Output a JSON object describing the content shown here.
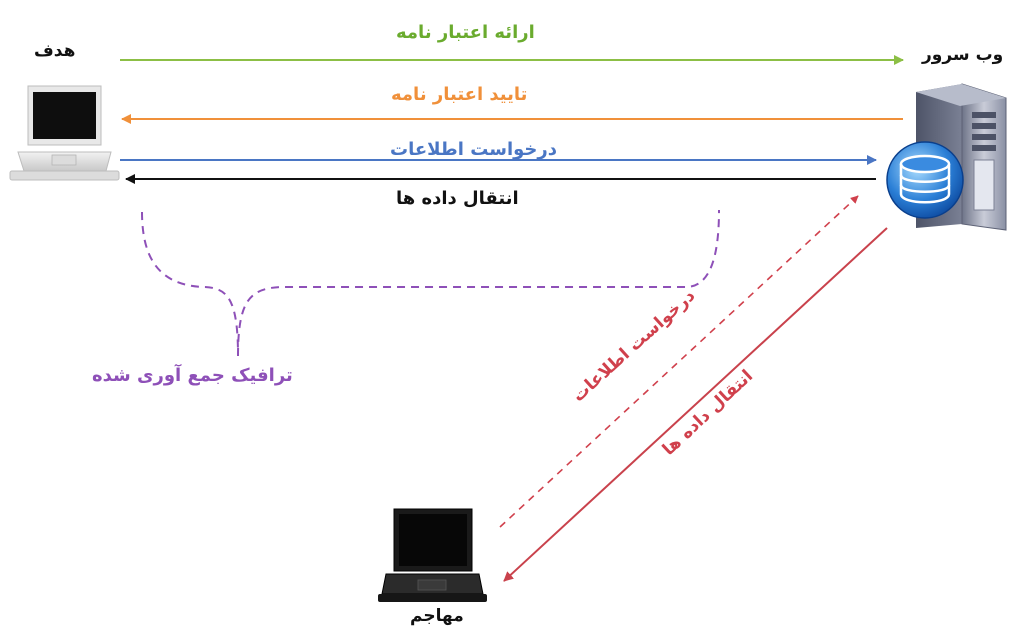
{
  "nodes": {
    "target": {
      "label": "هدف"
    },
    "server": {
      "label": "وب سرور"
    },
    "attacker": {
      "label": "مهاجم"
    }
  },
  "edges": {
    "credential_submit": {
      "label": "ارائه اعتبار نامه",
      "color": "#8cbf45"
    },
    "credential_confirm": {
      "label": "تایید اعتبار نامه",
      "color": "#f0903a"
    },
    "data_request": {
      "label": "درخواست اطلاعات",
      "color": "#4a76c4"
    },
    "data_transfer": {
      "label": "انتقال داده ها",
      "color": "#111111"
    },
    "attacker_request": {
      "label": "درخواست اطلاعات",
      "color": "#d0404c"
    },
    "attacker_transfer": {
      "label": "انتقال داده ها",
      "color": "#c9424c"
    }
  },
  "annotation": {
    "label": "ترافیک جمع آوری شده",
    "color": "#8e50b8"
  }
}
